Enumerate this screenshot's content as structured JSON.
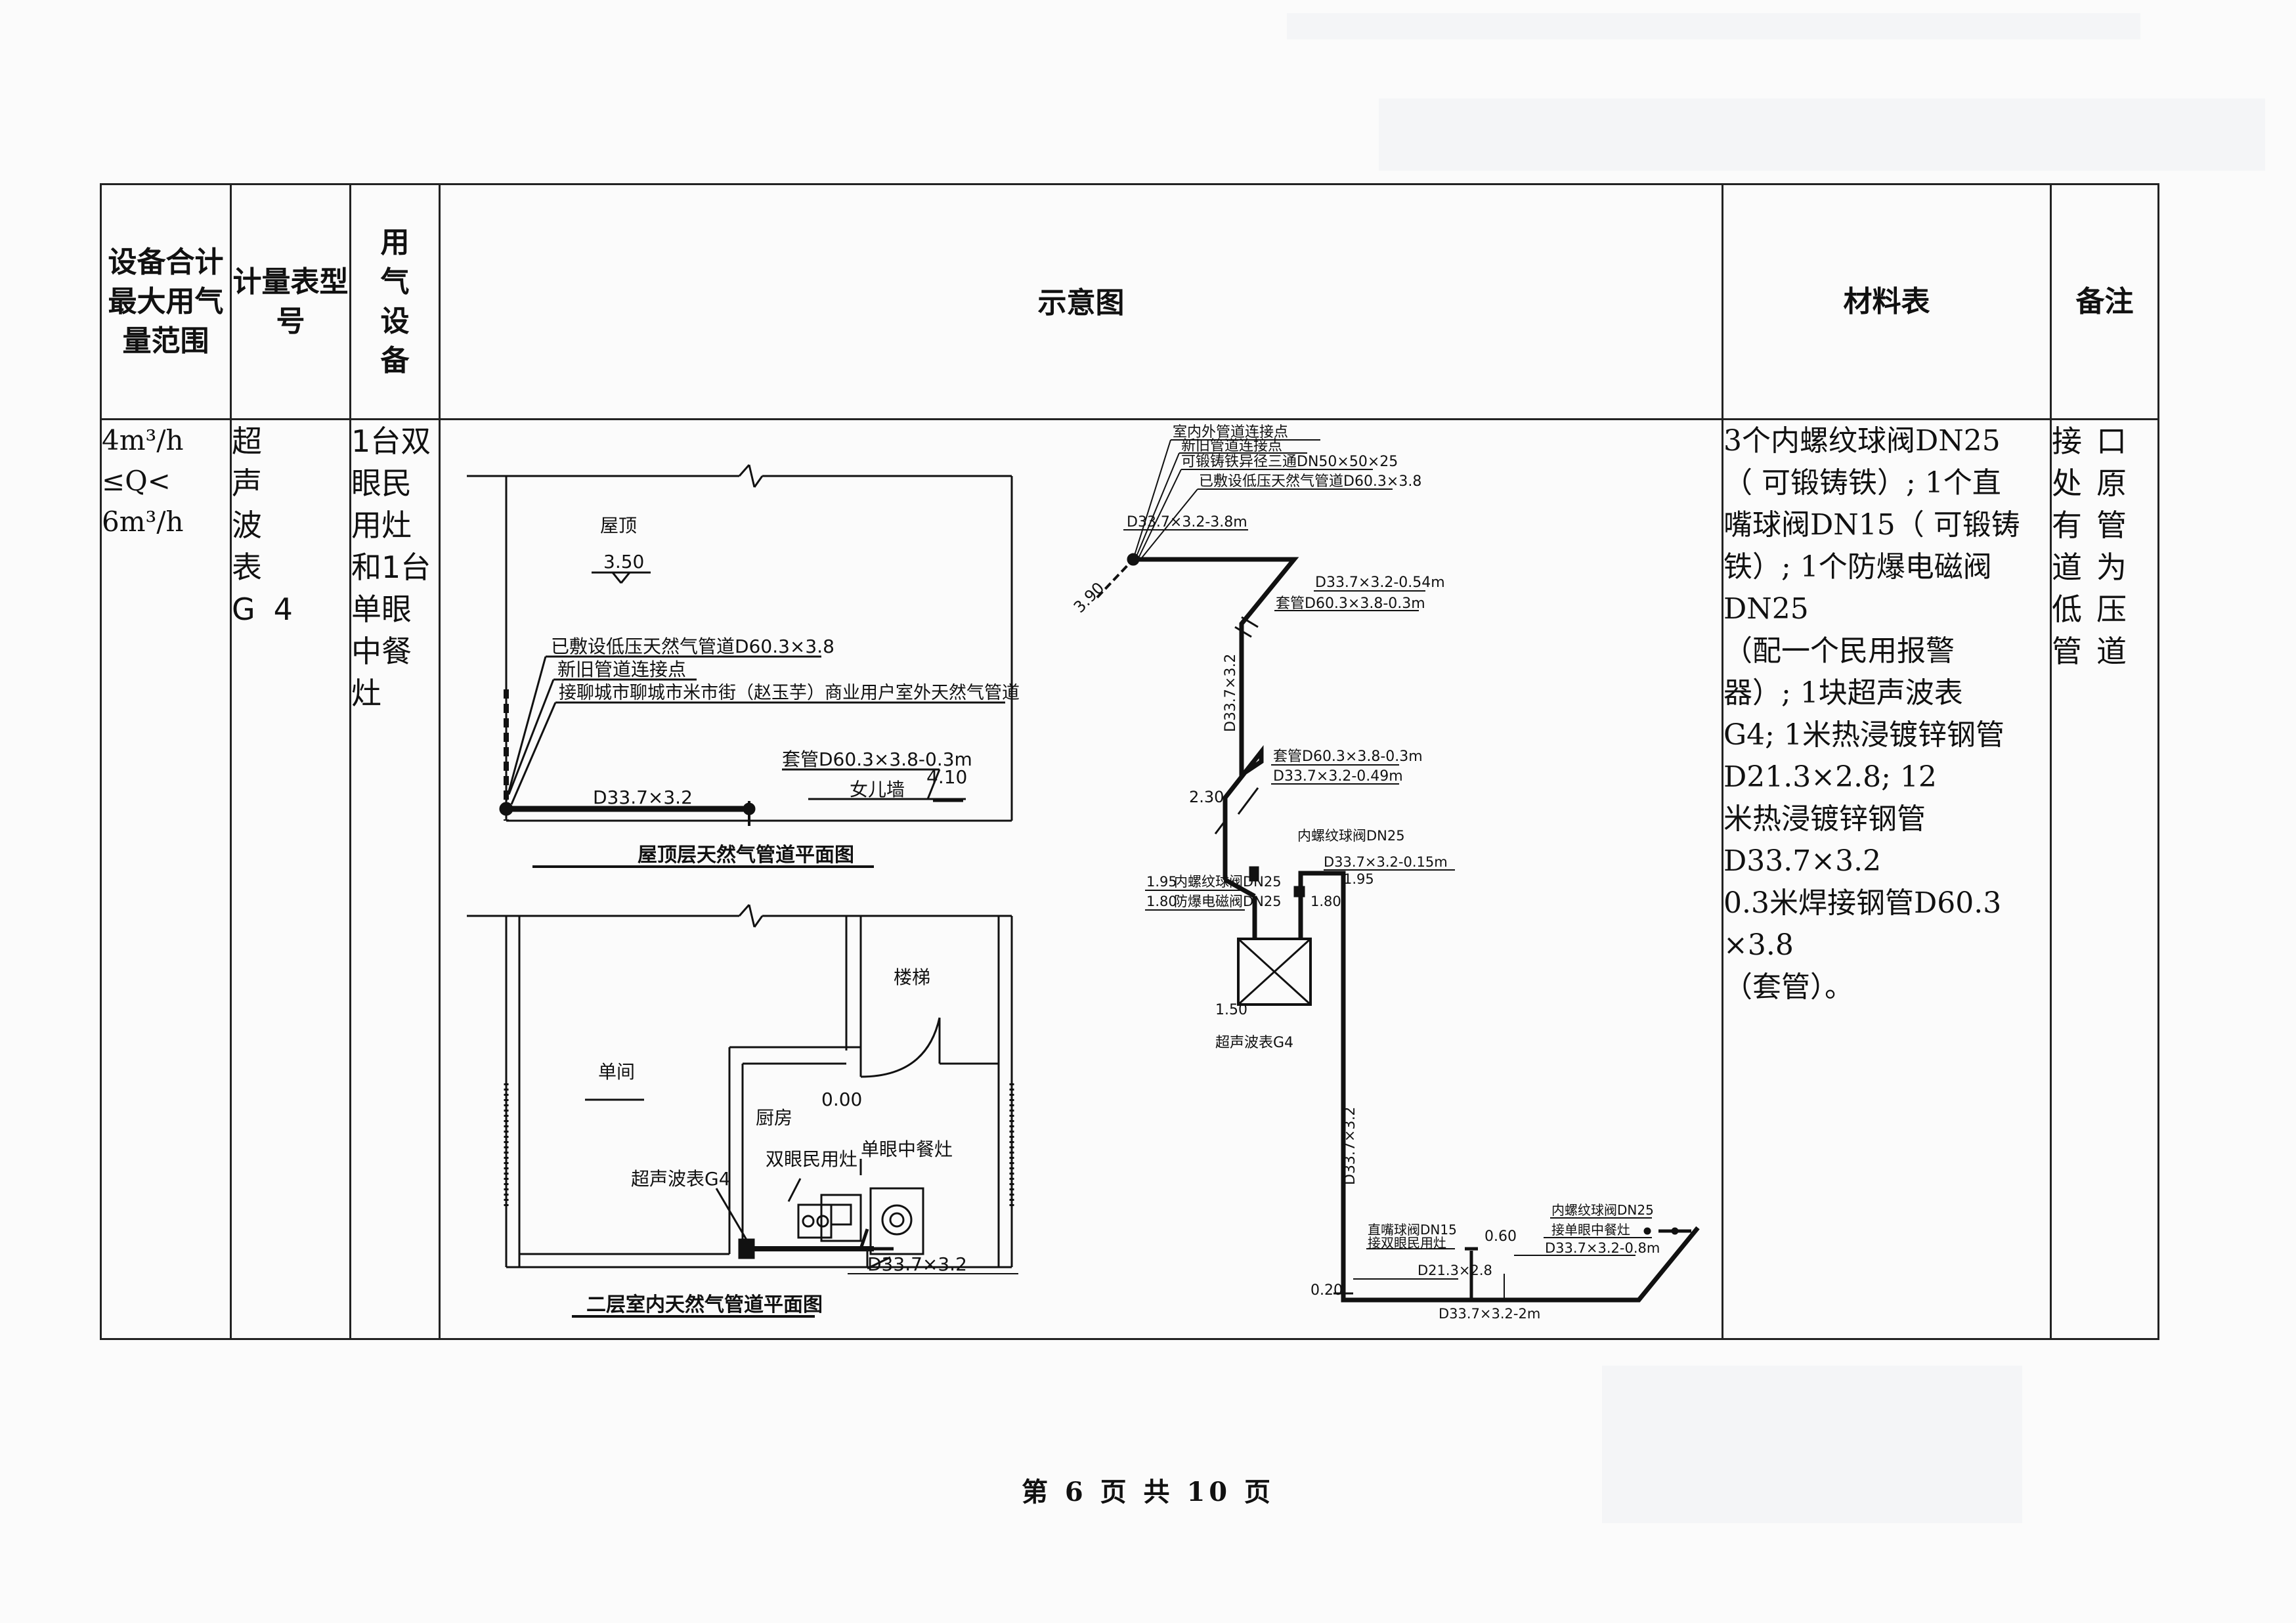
{
  "table": {
    "headers": {
      "range": "设备合计最大用气量范围",
      "meter": "计量表型号",
      "equipment": "用气设备",
      "diagram": "示意图",
      "materials": "材料表",
      "remark": "备注"
    },
    "row": {
      "range_line1": "4m³/h",
      "range_line2": "≤Q<",
      "range_line3": "6m³/h",
      "meter": "超 声 波 表 G4",
      "equipment": "1台双眼民用灶和1台单眼中餐灶",
      "materials_lines": [
        "3个内螺纹球阀DN25",
        "（ 可锻铸铁）; 1个直",
        "嘴球阀DN15（ 可锻铸",
        "铁）; 1个防爆电磁阀",
        "DN25",
        "（配一个民用报警",
        "器）; 1块超声波表",
        "G4; 1米热浸镀锌钢管",
        "D21.3×2.8; 12",
        "米热浸镀锌钢管",
        "D33.7×3.2",
        "0.3米焊接钢管D60.3",
        "×3.8",
        "（套管）。"
      ],
      "remark": "接口处原有管道为低压管道"
    }
  },
  "diagram": {
    "roof_plan": {
      "room_label": "屋顶",
      "room_level": "3.50",
      "note1": "已敷设低压天然气管道D60.3×3.8",
      "note2": "新旧管道连接点",
      "note3": "接聊城市聊城市米市街（赵玉芋）商业用户室外天然气管道",
      "pipe": "D33.7×3.2",
      "sleeve": "套管D60.3×3.8-0.3m",
      "parapet": "女儿墙",
      "parapet_level": "4.10",
      "title": "屋顶层天然气管道平面图"
    },
    "floor_plan": {
      "stair": "楼梯",
      "room": "单间",
      "kitchen": "厨房",
      "kitchen_level": "0.00",
      "single_stove": "单眼中餐灶",
      "double_stove": "双眼民用灶",
      "meter": "超声波表G4",
      "pipe": "D33.7×3.2",
      "title": "二层室内天然气管道平面图"
    },
    "iso": {
      "n1": "室内外管道连接点",
      "n2": "新旧管道连接点",
      "n3": "可锻铸铁异径三通DN50×50×25",
      "n4": "已敷设低压天然气管道D60.3×3.8",
      "lvl_390": "3.90",
      "p1": "D33.7×3.2-3.8m",
      "p2": "D33.7×3.2-0.54m",
      "p3": "套管D60.3×3.8-0.3m",
      "vert1": "D33.7×3.2",
      "p4": "套管D60.3×3.8-0.3m",
      "p5": "D33.7×3.2-0.49m",
      "lvl_230": "2.30",
      "valve_top": "内螺纹球阀DN25",
      "p6": "D33.7×3.2-0.15m",
      "lvl_195a": "1.95",
      "valve_left": "内螺纹球阀DN25",
      "lvl_195b": "1.95",
      "lvl_180a": "1.80",
      "solenoid": "防爆电磁阀DN25",
      "lvl_180b": "1.80",
      "lvl_150": "1.50",
      "meter": "超声波表G4",
      "vert2": "D33.7×3.2",
      "straight_valve": "直嘴球阀DN15",
      "stove2": "接双眼民用灶",
      "lvl_060": "0.60",
      "valve_right": "内螺纹球阀DN25",
      "stove1": "接单眼中餐灶",
      "p7": "D21.3×2.8",
      "p8": "D33.7×3.2-0.8m",
      "lvl_020": "0.20",
      "p9": "D33.7×3.2-2m"
    }
  },
  "footer": "第 6 页 共 10 页"
}
